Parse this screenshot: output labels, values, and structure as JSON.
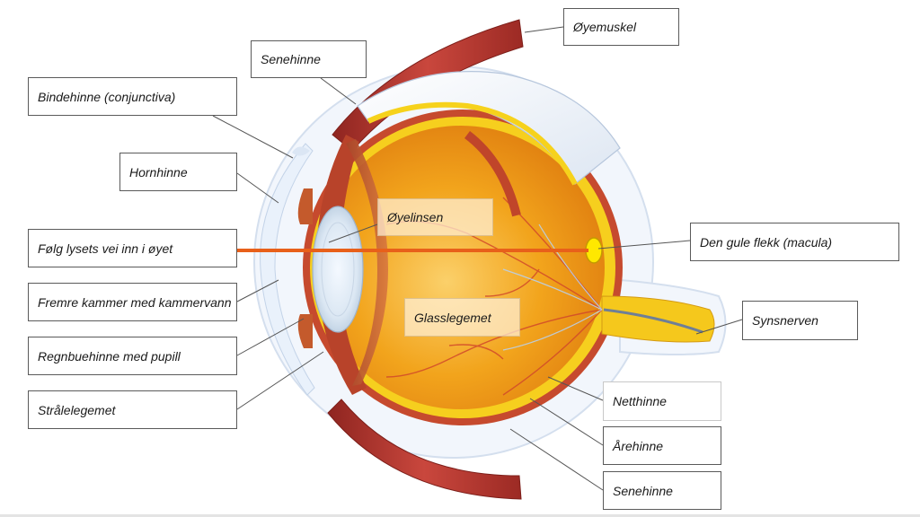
{
  "diagram": {
    "labels": {
      "oyemuskel": "Øyemuskel",
      "senehinne_top": "Senehinne",
      "bindehinne": "Bindehinne (conjunctiva)",
      "hornhinne": "Hornhinne",
      "oyelinsen": "Øyelinsen",
      "folg_lysets": "Følg lysets vei inn i øyet",
      "gule_flekk": "Den gule flekk (macula)",
      "fremre_kammer": "Fremre kammer med kammervann",
      "glasslegemet": "Glasslegemet",
      "synsnerven": "Synsnerven",
      "regnbuehinne": "Regnbuehinne med pupill",
      "netthinne": "Netthinne",
      "strålelegemet": "Strålelegemet",
      "arehinne": "Årehinne",
      "senehinne_bottom": "Senehinne"
    },
    "colors": {
      "vitreous": "#f4a91e",
      "retina": "#f6d21c",
      "choroid": "#c94a2a",
      "muscle": "#b63a32",
      "sclera": "#eef3fb",
      "light_ray": "#e8601a",
      "macula": "#ffe800"
    }
  }
}
